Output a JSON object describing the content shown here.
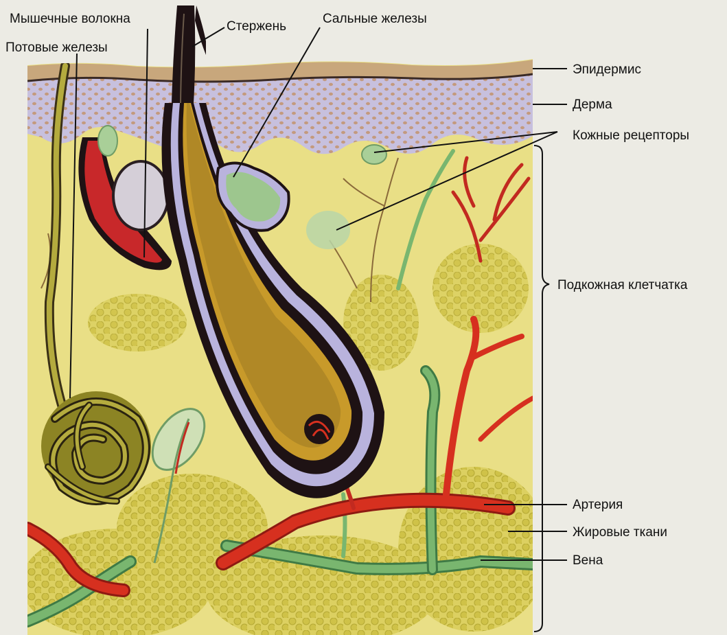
{
  "labels": {
    "muscle_fibers": "Мышечные волокна",
    "sweat_glands": "Потовые железы",
    "hair_shaft": "Стержень",
    "sebaceous_glands": "Сальные железы",
    "epidermis": "Эпидермис",
    "dermis": "Дерма",
    "skin_receptors": "Кожные рецепторы",
    "subcutaneous_tissue": "Подкожная клетчатка",
    "artery": "Артерия",
    "fat_tissue": "Жировые ткани",
    "vein": "Вена"
  },
  "colors": {
    "page_background": "#ecebe4",
    "subcutaneous_yellow": "#e9df86",
    "fat_lobules": "#c9bd3e",
    "dermis_purple": "#c7c0de",
    "epidermis_tan": "#c8a77c",
    "hair_black": "#1e1214",
    "follicle_sheath": "#b9b3dd",
    "follicle_core": "#c89a2a",
    "muscle_red": "#c8282a",
    "artery_red": "#d6301f",
    "vein_green": "#6ea86a",
    "sweat_gland_olive": "#8c8424",
    "receptor_green": "#a9cf98"
  }
}
